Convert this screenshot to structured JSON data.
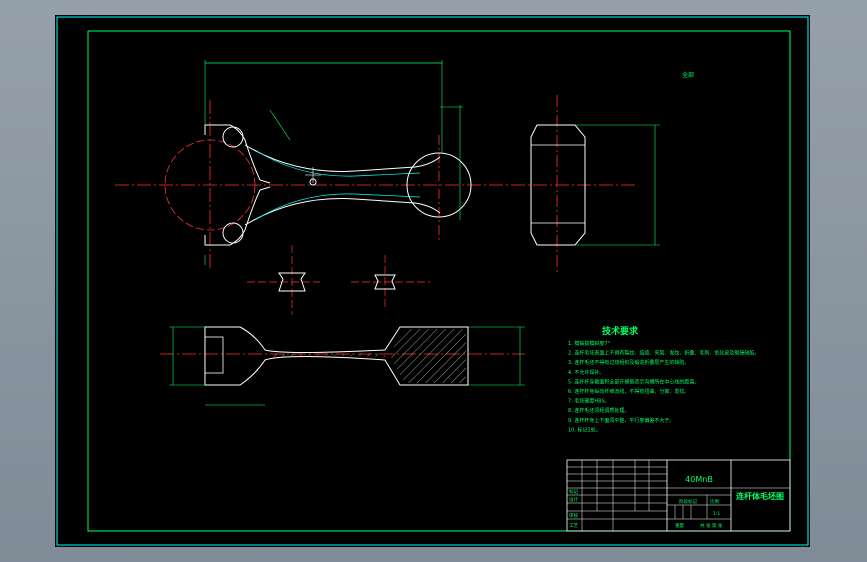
{
  "drawing": {
    "material": "40MnB",
    "drawing_title": "连杆体毛坯图",
    "tech_title": "技术要求",
    "tech_notes": [
      "1. 模锻拔模斜度7°",
      "2. 连杆毛坯表面上不得有裂纹、结疤、夹层、发纹、折叠、毛刺、氧化皮及锻接缺陷。",
      "3. 连杆毛坯不得有过烧组织及锻造折叠层产生的缺陷。",
      "4. 不允许焊补。",
      "5. 连杆杆身截面积全部开模锻造示沟槽所在中心线的距离。",
      "6. 连杆杆身纵向纤维流线，不得有扭曲、分离、发纹。",
      "7. 毛坯硬度HBS。",
      "8. 连杆毛坯须经调质处理。",
      "9. 连杆杆身上下面须平整，平行度偏差不大于。",
      "10. 标记1处。"
    ],
    "corner_label": "全部",
    "title_block": {
      "row_labels": [
        "标记",
        "设计",
        "审核",
        "工艺"
      ],
      "stage_label": "阶段标记",
      "weight_label": "重量",
      "scale_label": "比例",
      "scale_value": "1:1",
      "sheet_label": "共 张 第 张"
    }
  },
  "icons": {
    "crosshair": "cad-crosshair"
  },
  "colors": {
    "line": "#00ff66",
    "line2": "#ffffff",
    "center": "#ff3030",
    "dim": "#00ffff",
    "frame": "#00ffff"
  }
}
